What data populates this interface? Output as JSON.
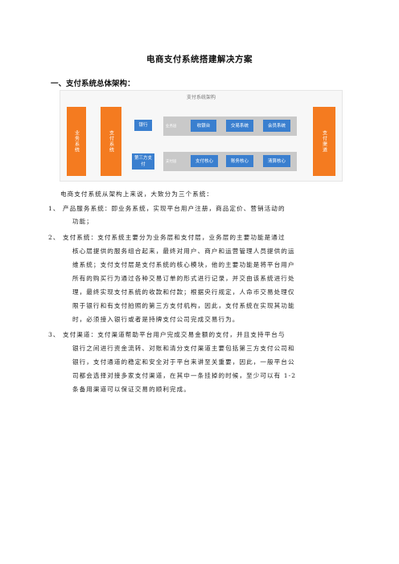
{
  "document": {
    "title": "电商支付系统搭建解决方案",
    "section_heading": "一、支付系统总体架构："
  },
  "diagram": {
    "title": "支付系统架构",
    "left_col": "业务系统",
    "second_col": "支付系统",
    "bank": "银行",
    "third_party": "第三方支付",
    "business_layer_label": "业务层",
    "payment_layer_label": "支付层",
    "business_items": [
      "收银台",
      "交易系统",
      "会员系统"
    ],
    "payment_items": [
      "支付核心",
      "账务核心",
      "清算核心"
    ],
    "right_col": "支付渠道"
  },
  "body": {
    "intro": "电商支付系统从架构上来说，大致分为三个系统：",
    "item1_lines": [
      "1、 产品服务系统：即业务系统，实现平台用户注册，商品定价、营销活动的",
      "功能；"
    ],
    "item2_lines": [
      "2、 支付系统：支付系统主要分为业务层和支付层，业务层的主要功能是通过",
      "核心层提供的服务组合起来，最终对用户、商户和运营管理人员提供的运",
      "维系统；支付支付层是支付系统的核心模块，他的主要功能是将平台用户",
      "所有的购买行为通过各种交易订单的形式进行记录，并交由该系统进行处",
      "理，最终实现支付系统的收款和付款；根据央行规定，人命币交易处理仅",
      "限于银行和有支付拍照的第三方支付机构，因此，支付系统在实现其功能",
      "时，必须接入银行或者是持牌支付公司完成交易行为。"
    ],
    "item3_lines": [
      "3、 支付渠道：支付渠道帮助平台用户完成交易金额的支付，并且支持平台与",
      "银行之间进行资金流转、对账和清分支付渠道主要包括第三方支付公司和",
      "银行，支付通道的稳定和安全对于平台来讲至关重要，因此，一般平台公",
      "司都会选择对接多家支付渠道，在其中一条挂掉的时候，至少可以有 1-2",
      "条备用渠道可以保证交易的顺利完成。"
    ]
  }
}
